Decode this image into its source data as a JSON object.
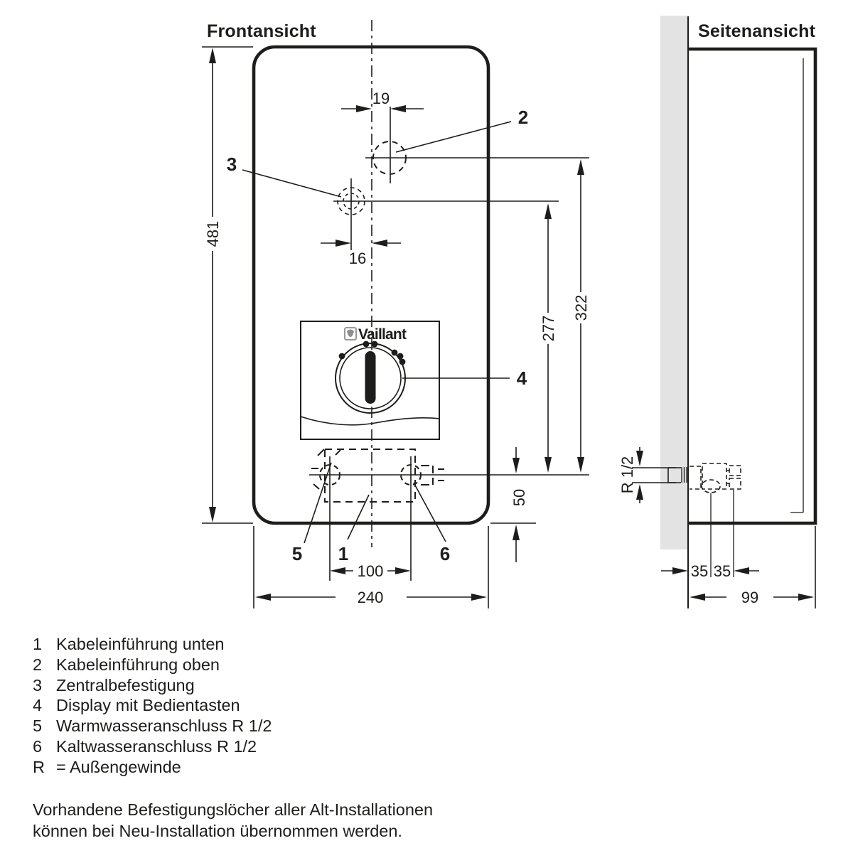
{
  "front_view": {
    "title": "Frontansicht",
    "logo_text": "Vaillant",
    "dims": {
      "height": "481",
      "width": "240",
      "top_hole_offset": "19",
      "center_hole_offset": "16",
      "hole3_above_connections": "277",
      "hole2_above_connections": "322",
      "connection_spacing": "100",
      "connection_above_bottom": "50"
    },
    "callouts": {
      "c1": "1",
      "c2": "2",
      "c3": "3",
      "c4": "4",
      "c5": "5",
      "c6": "6"
    }
  },
  "side_view": {
    "title": "Seitenansicht",
    "dims": {
      "depth": "99",
      "offset_a": "35",
      "offset_b": "35",
      "thread": "R 1/2"
    }
  },
  "legend": {
    "items": [
      {
        "num": "1",
        "label": "Kabeleinführung unten"
      },
      {
        "num": "2",
        "label": "Kabeleinführung oben"
      },
      {
        "num": "3",
        "label": "Zentralbefestigung"
      },
      {
        "num": "4",
        "label": "Display mit Bedientasten"
      },
      {
        "num": "5",
        "label": "Warmwasseranschluss R 1/2"
      },
      {
        "num": "6",
        "label": "Kaltwasseranschluss R 1/2"
      },
      {
        "num": "R",
        "label": "= Außengewinde"
      }
    ]
  },
  "footer": {
    "line1": "Vorhandene Befestigungslöcher aller Alt-Installationen",
    "line2": "können bei Neu-Installation übernommen werden."
  },
  "colors": {
    "ink": "#1d1d1b",
    "wall": "#e3e3e3",
    "logo_gray": "#8d8d8d"
  }
}
